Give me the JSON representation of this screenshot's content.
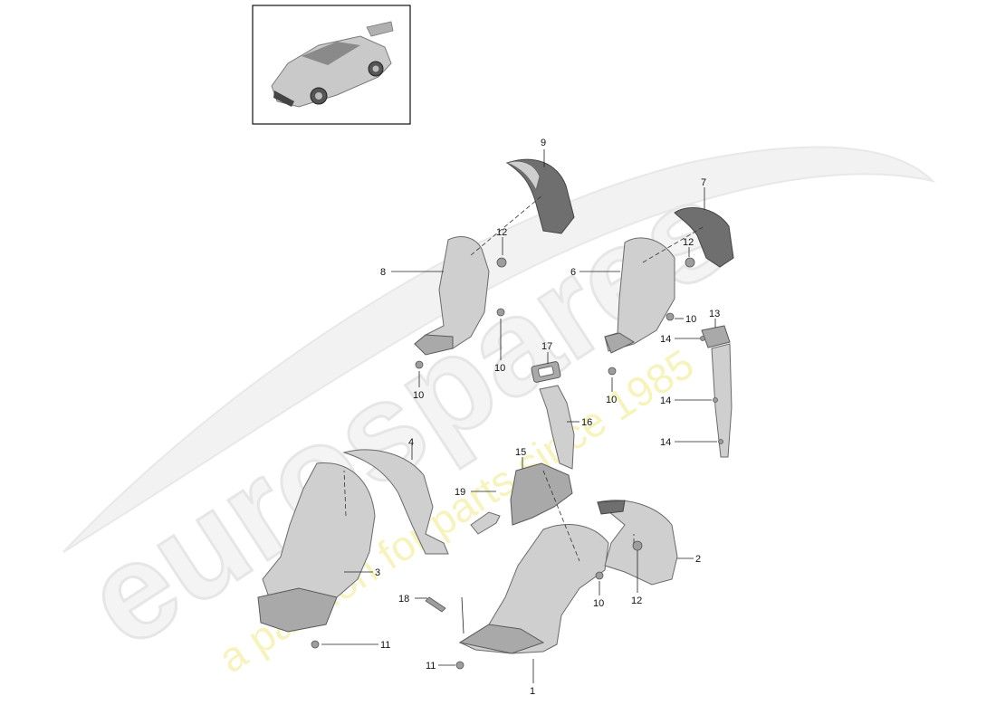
{
  "watermark": {
    "logo_text": "eurospares",
    "tagline": "a passion for parts since 1985"
  },
  "thumbnail": {
    "description_icon": "car-thumbnail-icon"
  },
  "callouts": {
    "c1": "1",
    "c2": "2",
    "c3": "3",
    "c4": "4",
    "c6": "6",
    "c7": "7",
    "c8": "8",
    "c9": "9",
    "c10a": "10",
    "c10b": "10",
    "c10c": "10",
    "c10d": "10",
    "c10e": "10",
    "c11a": "11",
    "c11b": "11",
    "c12a": "12",
    "c12b": "12",
    "c12c": "12",
    "c13": "13",
    "c14a": "14",
    "c14b": "14",
    "c14c": "14",
    "c15": "15",
    "c16": "16",
    "c17": "17",
    "c18": "18",
    "c19": "19"
  },
  "colors": {
    "part_light": "#cfcfcf",
    "part_dark": "#6f6f6f",
    "watermark_grey": "#eeeeee",
    "watermark_yellow": "#f3f0a8"
  }
}
